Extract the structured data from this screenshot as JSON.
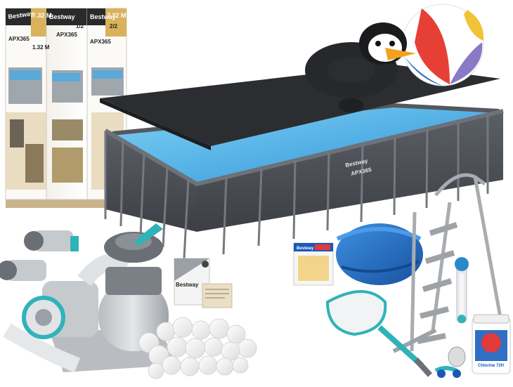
{
  "product_boxes": {
    "box1": {
      "brand": "Bestway",
      "model": "APX365",
      "size_main": "7.32 M",
      "size_sub": "1.32 M",
      "part": ""
    },
    "box2": {
      "brand": "Bestway",
      "model": "APX365",
      "size_main": "",
      "size_sub": "",
      "part": "1/2"
    },
    "box3": {
      "brand": "Bestway",
      "model": "APX365",
      "size_main": "7.32 M",
      "size_sub": "",
      "part": "2/2"
    }
  },
  "pool": {
    "brand": "Bestway",
    "model": "APX365"
  },
  "manual": {
    "brand": "Bestway"
  },
  "repair_kit": {
    "brand": "Bestway"
  },
  "chlorine": {
    "label": "Chlorine 72H"
  },
  "colors": {
    "pool_wall": "#4a4d52",
    "water": "#4fb3e6",
    "cover": "#2b2d31",
    "solar_cover": "#1f6fc2",
    "accent_teal": "#2fb3b8",
    "box_gold": "#d8b25c"
  }
}
